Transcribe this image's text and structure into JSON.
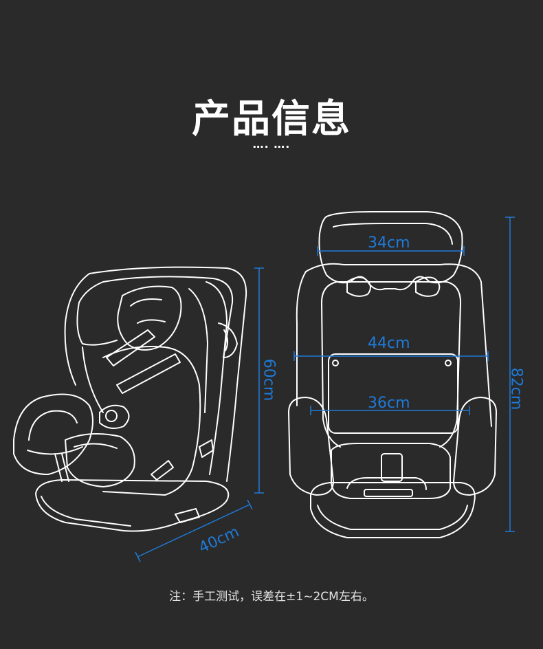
{
  "header": {
    "title": "产品信息",
    "dots": "…. …."
  },
  "dimensions": {
    "headrest_width": "34cm",
    "seat_back_width": "44cm",
    "seat_width": "36cm",
    "total_height": "82cm",
    "side_height": "60cm",
    "depth": "40cm"
  },
  "footer": {
    "note": "注：手工测试，误差在±1~2CM左右。"
  },
  "colors": {
    "background": "#2a2a2a",
    "line_art": "#ffffff",
    "dimension": "#1f7ad8"
  }
}
